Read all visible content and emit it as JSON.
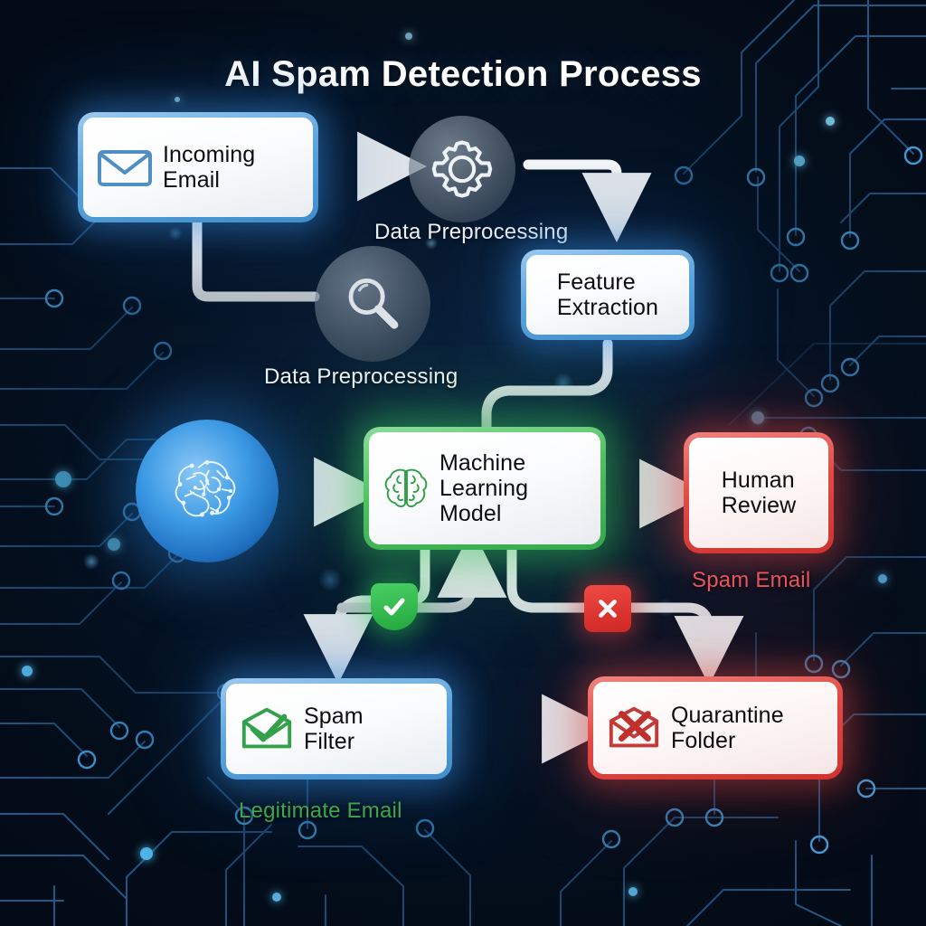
{
  "title": "AI Spam Detection Process",
  "nodes": [
    {
      "id": "incoming-email",
      "label": "Incoming\nEmail",
      "icon": "envelope-icon",
      "color": "#4f95cf"
    },
    {
      "id": "feature-extraction",
      "label": "Feature\nExtraction",
      "icon": "none",
      "color": "#4f95cf"
    },
    {
      "id": "machine-learning-model",
      "label": "Machine\nLearning\nModel",
      "icon": "brain-icon",
      "color": "#3fbf57"
    },
    {
      "id": "human-review",
      "label": "Human\nReview",
      "icon": "none",
      "color": "#de4440"
    },
    {
      "id": "spam-filter",
      "label": "Spam\nFilter",
      "icon": "envelope-check-icon",
      "color": "#4f95cf"
    },
    {
      "id": "quarantine-folder",
      "label": "Quarantine\nFolder",
      "icon": "envelope-x-icon",
      "color": "#de4440"
    }
  ],
  "stages": [
    {
      "id": "data-preprocessing-gear",
      "caption": "Data Preprocessing",
      "icon": "gear-icon"
    },
    {
      "id": "data-preprocessing-search",
      "caption": "Data Preprocessing",
      "icon": "magnifier-icon"
    },
    {
      "id": "ai-core",
      "caption": "",
      "icon": "neural-brain-icon"
    }
  ],
  "captions": [
    {
      "id": "spam-email-caption",
      "text": "Spam Email",
      "color": "#e8555c"
    },
    {
      "id": "legitimate-email-caption",
      "text": "Legitimate Email",
      "color": "#3fa64f"
    }
  ],
  "decisions": [
    {
      "id": "approve-badge",
      "icon": "check-icon",
      "color": "#2fbe4e"
    },
    {
      "id": "reject-badge",
      "icon": "cross-icon",
      "color": "#e03a36"
    }
  ],
  "theme": {
    "background": "#040a14",
    "circuit_trace": "#2a6da8",
    "circuit_node_glow": "#3fb8ff",
    "arrow": "#dfe4e8",
    "blue_accent": "#4f95cf",
    "green_accent": "#3fbf57",
    "red_accent": "#de4440"
  }
}
